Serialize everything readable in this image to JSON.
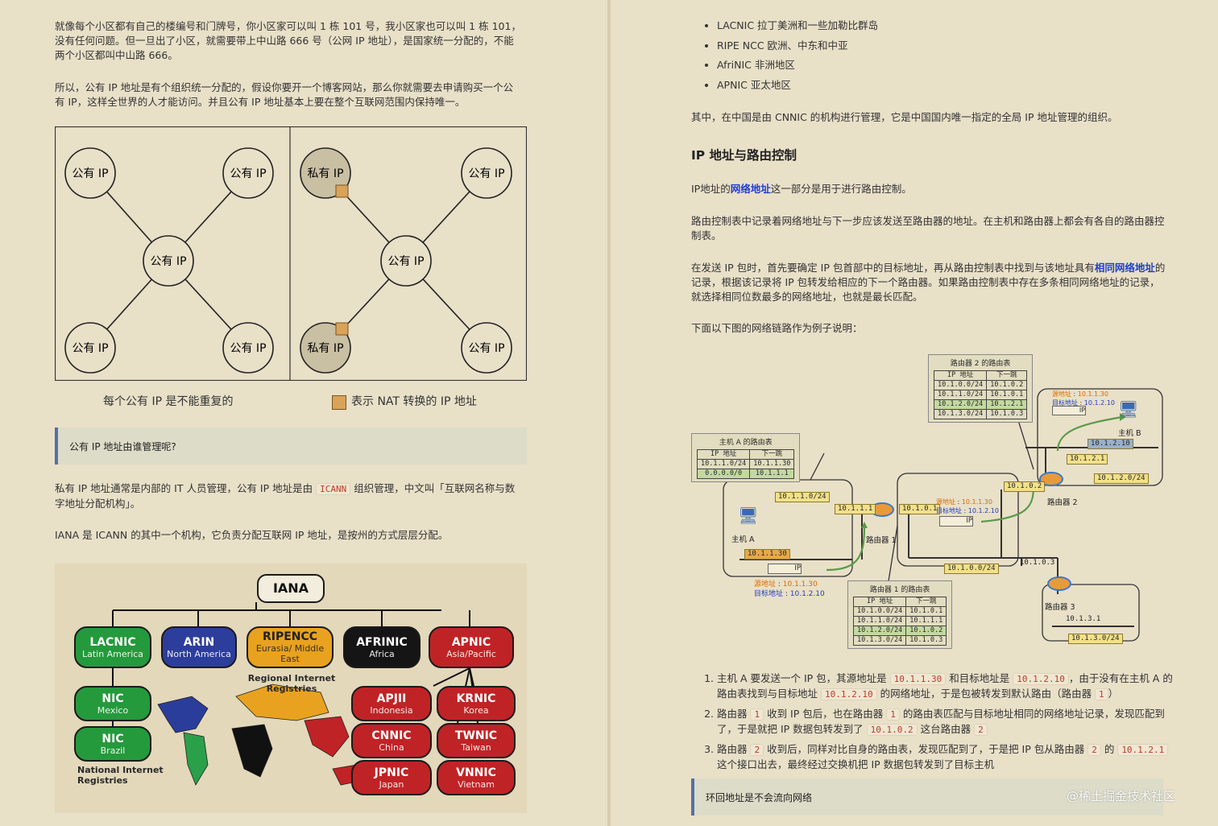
{
  "left": {
    "p1": "就像每个小区都有自己的楼编号和门牌号，你小区家可以叫 1 栋 101 号，我小区家也可以叫 1 栋 101，没有任何问题。但一旦出了小区，就需要带上中山路 666 号（公网 IP 地址），是国家统一分配的，不能两个小区都叫中山路 666。",
    "p2": "所以，公有 IP 地址是有个组织统一分配的，假设你要开一个博客网站，那么你就需要去申请购买一个公有 IP，这样全世界的人才能访问。并且公有 IP 地址基本上要在整个互联网范围内保持唯一。",
    "nat_figure": {
      "left_nodes": [
        "公有 IP",
        "公有 IP",
        "公有 IP",
        "公有 IP",
        "公有 IP"
      ],
      "right_nodes": [
        "私有 IP",
        "公有 IP",
        "公有 IP",
        "私有 IP",
        "公有 IP"
      ],
      "caption_left": "每个公有 IP 是不能重复的",
      "caption_right": "表示 NAT 转换的 IP 地址",
      "nat_color": "#d9a35a"
    },
    "callout": "公有 IP 地址由谁管理呢?",
    "p3_pre": "私有 IP 地址通常是内部的 IT 人员管理，公有 IP 地址是由",
    "p3_code": "ICANN",
    "p3_post": "组织管理，中文叫「互联网名称与数字地址分配机构」。",
    "p4": "IANA 是 ICANN 的其中一个机构，它负责分配互联网 IP 地址，是按州的方式层层分配。",
    "registry": {
      "iana": "IANA",
      "rirs": [
        {
          "name": "LACNIC",
          "sub": "Latin America",
          "color": "green"
        },
        {
          "name": "ARIN",
          "sub": "North America",
          "color": "blue"
        },
        {
          "name": "RIPENCC",
          "sub": "Eurasia/ Middle East",
          "color": "orange"
        },
        {
          "name": "AFRINIC",
          "sub": "Africa",
          "color": "black"
        },
        {
          "name": "APNIC",
          "sub": "Asia/Pacific",
          "color": "red"
        }
      ],
      "regional_label": "Regional Internet Registries",
      "national_label": "National Internet Registries",
      "nirs_left": [
        {
          "name": "NIC",
          "sub": "Mexico"
        },
        {
          "name": "NIC",
          "sub": "Brazil"
        }
      ],
      "nirs_right": [
        {
          "name": "APJII",
          "sub": "Indonesia"
        },
        {
          "name": "KRNIC",
          "sub": "Korea"
        },
        {
          "name": "CNNIC",
          "sub": "China"
        },
        {
          "name": "TWNIC",
          "sub": "Taiwan"
        },
        {
          "name": "JPNIC",
          "sub": "Japan"
        },
        {
          "name": "VNNIC",
          "sub": "Vietnam"
        }
      ]
    }
  },
  "right": {
    "bullets": [
      "LACNIC 拉丁美洲和一些加勒比群岛",
      "RIPE NCC 欧洲、中东和中亚",
      "AfriNIC 非洲地区",
      "APNIC 亚太地区"
    ],
    "p1": "其中，在中国是由 CNNIC 的机构进行管理，它是中国国内唯一指定的全局 IP 地址管理的组织。",
    "heading": "IP 地址与路由控制",
    "p2_pre": "IP地址的",
    "p2_link": "网络地址",
    "p2_post": "这一部分是用于进行路由控制。",
    "p3": "路由控制表中记录着网络地址与下一步应该发送至路由器的地址。在主机和路由器上都会有各自的路由器控制表。",
    "p4_pre": "在发送 IP 包时，首先要确定 IP 包首部中的目标地址，再从路由控制表中找到与该地址具有",
    "p4_link": "相同网络地址",
    "p4_post": "的记录，根据该记录将 IP 包转发给相应的下一个路由器。如果路由控制表中存在多条相同网络地址的记录，就选择相同位数最多的网络地址，也就是最长匹配。",
    "p5": "下面以下图的网络链路作为例子说明：",
    "routing_figure": {
      "table_host_a": {
        "caption": "主机 A 的路由表",
        "header": [
          "IP 地址",
          "下一跳"
        ],
        "rows": [
          [
            "10.1.1.0/24",
            "10.1.1.30"
          ],
          [
            "0.0.0.0/0",
            "10.1.1.1"
          ]
        ]
      },
      "table_router2": {
        "caption": "路由器 2 的路由表",
        "header": [
          "IP 地址",
          "下一跳"
        ],
        "rows": [
          [
            "10.1.0.0/24",
            "10.1.0.2"
          ],
          [
            "10.1.1.0/24",
            "10.1.0.1"
          ],
          [
            "10.1.2.0/24",
            "10.1.2.1"
          ],
          [
            "10.1.3.0/24",
            "10.1.0.3"
          ]
        ]
      },
      "table_router1": {
        "caption": "路由器 1 的路由表",
        "header": [
          "IP 地址",
          "下一跳"
        ],
        "rows": [
          [
            "10.1.0.0/24",
            "10.1.0.1"
          ],
          [
            "10.1.1.0/24",
            "10.1.1.1"
          ],
          [
            "10.1.2.0/24",
            "10.1.0.2"
          ],
          [
            "10.1.3.0/24",
            "10.1.0.3"
          ]
        ]
      },
      "labels": {
        "host_a": "主机 A",
        "host_b": "主机 B",
        "router1": "路由器 1",
        "router2": "路由器 2",
        "router3": "路由器 3",
        "src": "源地址",
        "dst": "目标地址",
        "ip": "IP",
        "src_val": "10.1.1.30",
        "dst_val": "10.1.2.10"
      },
      "tags": {
        "net_a": "10.1.1.0/24",
        "a_ip": "10.1.1.30",
        "r1_a": "10.1.1.1",
        "r1_b": "10.1.0.1",
        "net_0": "10.1.0.0/24",
        "r2_a": "10.1.0.2",
        "r2_b": "10.1.2.1",
        "net_b": "10.1.2.0/24",
        "b_ip": "10.1.2.10",
        "r3_a": "10.1.0.3",
        "r3_b": "10.1.3.1",
        "net_3": "10.1.3.0/24"
      }
    },
    "steps": [
      {
        "parts": [
          "主机 A 要发送一个 IP 包，其源地址是 ",
          "10.1.1.30",
          " 和目标地址是 ",
          "10.1.2.10",
          "，由于没有在主机 A 的路由表找到与目标地址 ",
          "10.1.2.10",
          " 的网络地址，于是包被转发到默认路由（路由器 ",
          "1",
          "）"
        ]
      },
      {
        "parts": [
          "路由器 ",
          "1",
          " 收到 IP 包后，也在路由器 ",
          "1",
          " 的路由表匹配与目标地址相同的网络地址记录，发现匹配到了，于是就把 IP 数据包转发到了 ",
          "10.1.0.2",
          " 这台路由器 ",
          "2",
          ""
        ]
      },
      {
        "parts": [
          "路由器 ",
          "2",
          " 收到后，同样对比自身的路由表，发现匹配到了，于是把 IP 包从路由器 ",
          "2",
          " 的 ",
          "10.1.2.1",
          " 这个接口出去，最终经过交换机把 IP 数据包转发到了目标主机"
        ]
      }
    ],
    "callout": "环回地址是不会流向网络",
    "watermark": "@稀土掘金技术社区"
  }
}
